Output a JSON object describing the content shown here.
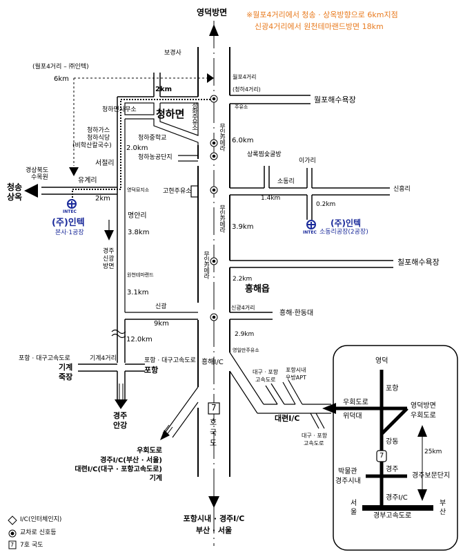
{
  "header": {
    "north_destination": "영덕방면",
    "note_line1": "※월포4거리에서  청송 · 상옥방향으로  6km지점",
    "note_line2": "신광4거리에서  원천테마랜드방면  18km",
    "note_color": "#e87a1e"
  },
  "labels": {
    "bogyeongsa": "보경사",
    "wolpo_intec_route": "(월포4거리 – ㈜인텍)",
    "dist_6km": "6km",
    "dist_2km_top": "2km",
    "cheongha_office": "청하면사무소",
    "cheongha_town": "청하면",
    "seonghwa_gas": "성화주유소",
    "cheongha_gas": "청하가스",
    "cheongha_restaurant": "청하식당",
    "bihak_noodle": "(비학산칼국수)",
    "cheongha_middle_school": "청하중학교",
    "dist_2_0km": "2.0km",
    "cheongha_agri_complex": "청하농공단지",
    "seojeolli": "서절리",
    "gyeongbuk_arboretum_1": "경상북도",
    "gyeongbuk_arboretum_2": "수목원",
    "yugye_ri": "유계리",
    "cheongsong_1": "청송",
    "cheongsong_2": "상옥",
    "dist_2km_left": "2km",
    "intec_logo_text": "INTEC",
    "intec_hq_name": "(주)인텍",
    "intec_hq_sub": "본사·1공장",
    "gyeongju_singwang_1": "경주",
    "gyeongju_singwang_2": "신광",
    "gyeongju_singwang_3": "방면",
    "yeongdeok_cemetery": "영덕묘지소",
    "gohyeon_gas": "고현주유소",
    "myeongan_ri": "명안리",
    "dist_3_8km": "3.8km",
    "wonchen_themeland": "원천테마랜드",
    "dist_3_1km": "3.1km",
    "singwang": "신광",
    "dist_9km": "9km",
    "dist_12km": "12.0km",
    "gigye_4way": "기계4거리",
    "expressway_left": "포항 · 대구고속도로",
    "gigye_1": "기계",
    "gigye_2": "죽장",
    "expressway_right": "포항 · 대구고속도로",
    "pohang": "포항",
    "gyeongju_angang_1": "경주",
    "gyeongju_angang_2": "안강",
    "wolpo_4way_1": "월포4거리",
    "wolpo_4way_2": "(청하4거리)",
    "wolpo_beach": "월포해수욕장",
    "gas_station": "주유소",
    "dist_6_0km": "6.0km",
    "sangguk_sauna": "상록찜숯굴방",
    "igari": "이가리",
    "sodong_ri": "소동리",
    "singheung_ri": "신흥리",
    "dist_1_4km": "1.4km",
    "dist_0_2km": "0.2km",
    "intec_plant2_name": "(주)인텍",
    "intec_plant2_sub": "소동리공장(2공장)",
    "dist_3_9km": "3.9km",
    "chilpo_beach": "칠포해수욕장",
    "dist_2_2km": "2.2km",
    "heunghae_town": "흥해읍",
    "singwang_4way": "신광4거리",
    "heunghae_handong": "흥해·한동대",
    "dist_2_9km": "2.9km",
    "yeongil_gas": "영일만주유소",
    "heunghae_ic": "흥해I/C",
    "route7_number": "7",
    "route7_text": "호국도",
    "daegu_pohang_exp_1": "대구 · 포항",
    "daegu_pohang_exp_2": "고속도로",
    "pohang_city_1": "포항시내",
    "pohang_city_2": "우방APT",
    "daeryeon_ic": "대련I/C",
    "daegu_pohang_exp2_1": "대구 · 포항",
    "daegu_pohang_exp2_2": "고속도로",
    "camera": "무인카메라",
    "bypass_list": [
      "우회도로",
      "경주I/C(부산 · 서울)",
      "대련I/C(대구 · 포항고속도로)",
      "기계"
    ],
    "south_dest_1": "포항시내 · 경주I/C",
    "south_dest_2": "부산 · 서울"
  },
  "inset": {
    "yeongdeok": "영덕",
    "pohang": "포항",
    "bypass_left": "우회도로",
    "widuk_univ": "위덕대",
    "yeongdeok_bypass_1": "영덕방면",
    "yeongdeok_bypass_2": "우회도로",
    "gangdong": "강동",
    "route7": "7",
    "dist_25km": "25km",
    "gyeongju": "경주",
    "museum_1": "박물관",
    "museum_2": "경주시내",
    "bomun": "경주보문단지",
    "gyeongju_ic": "경주I/C",
    "seoul_1": "서",
    "seoul_2": "울",
    "busan_1": "부",
    "busan_2": "산",
    "gyeongbu_exp": "경부고속도로"
  },
  "legend": [
    {
      "icon": "diamond-icon",
      "symbol": "◇",
      "label": "I/C(인터체인지)"
    },
    {
      "icon": "signal-icon",
      "symbol": "◉",
      "label": "교차로 신호등"
    },
    {
      "icon": "route-icon",
      "symbol": "7",
      "label": "7호 국도"
    }
  ]
}
